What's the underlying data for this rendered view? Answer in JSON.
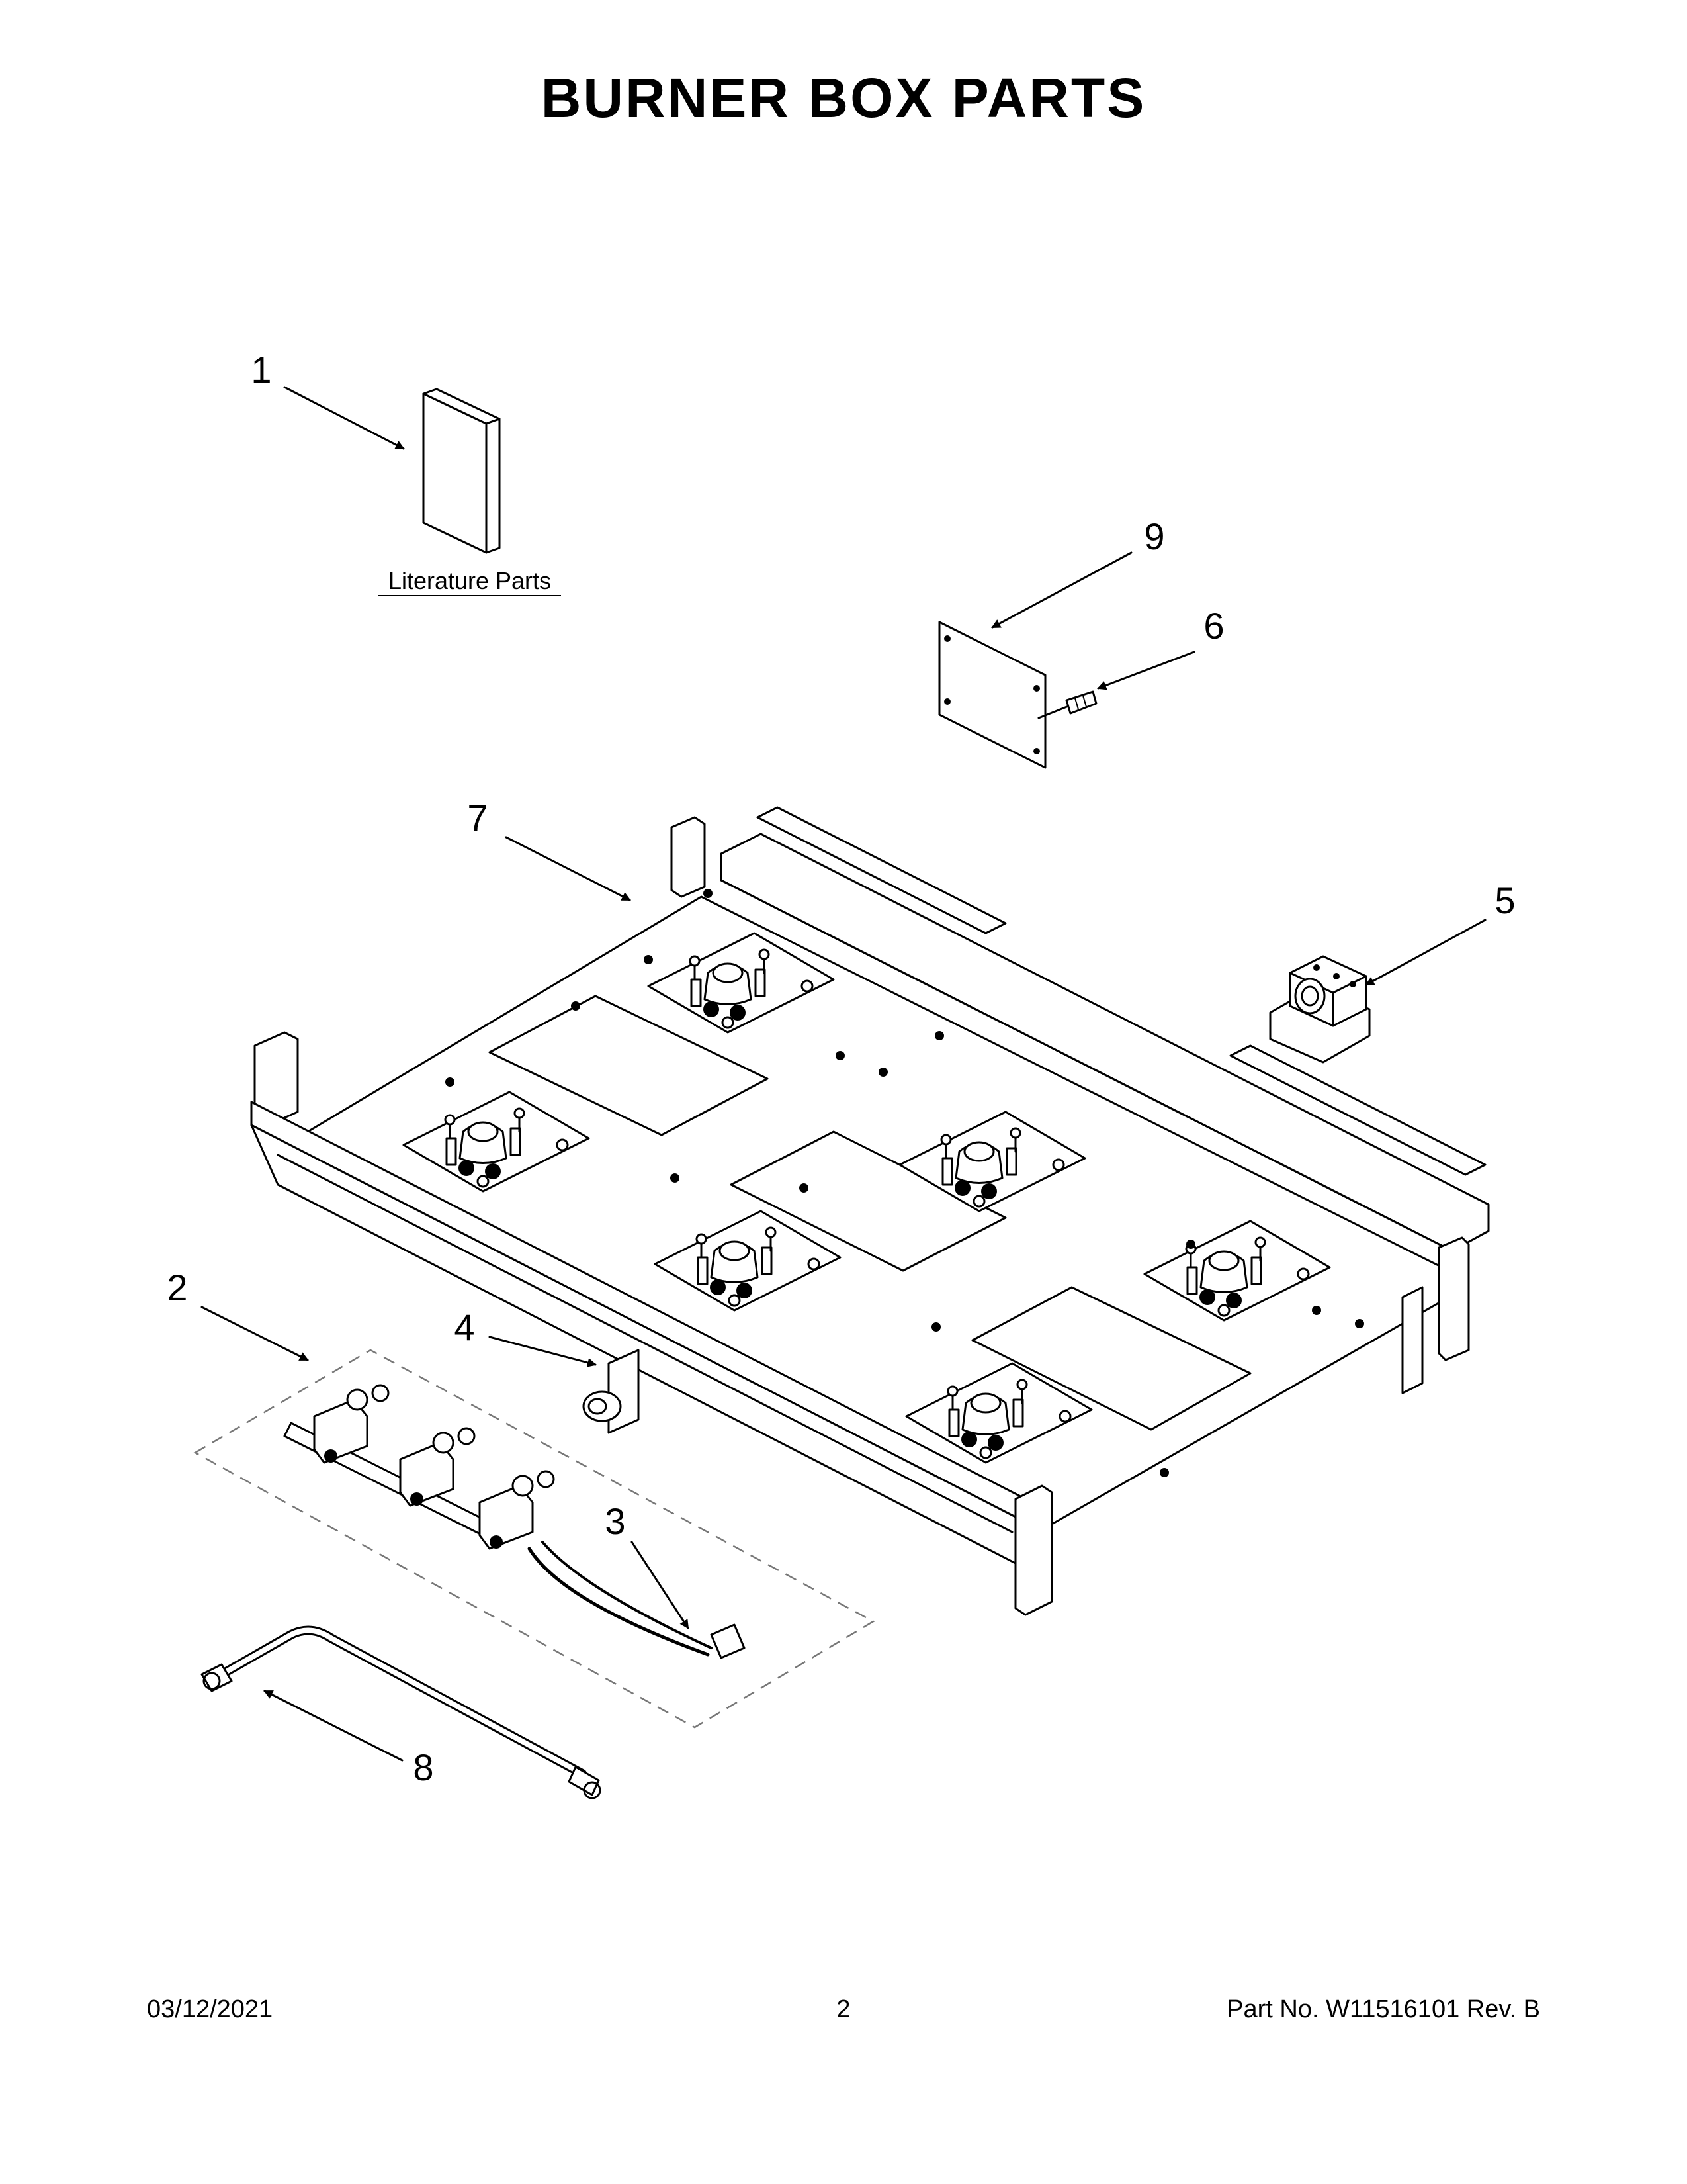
{
  "page": {
    "title": "BURNER BOX PARTS"
  },
  "callouts": {
    "c1": "1",
    "c2": "2",
    "c3": "3",
    "c4": "4",
    "c5": "5",
    "c6": "6",
    "c7": "7",
    "c8": "8",
    "c9": "9"
  },
  "literature": {
    "label": "Literature Parts"
  },
  "footer": {
    "date": "03/12/2021",
    "page_number": "2",
    "part_number": "Part No.  W11516101  Rev.  B"
  }
}
